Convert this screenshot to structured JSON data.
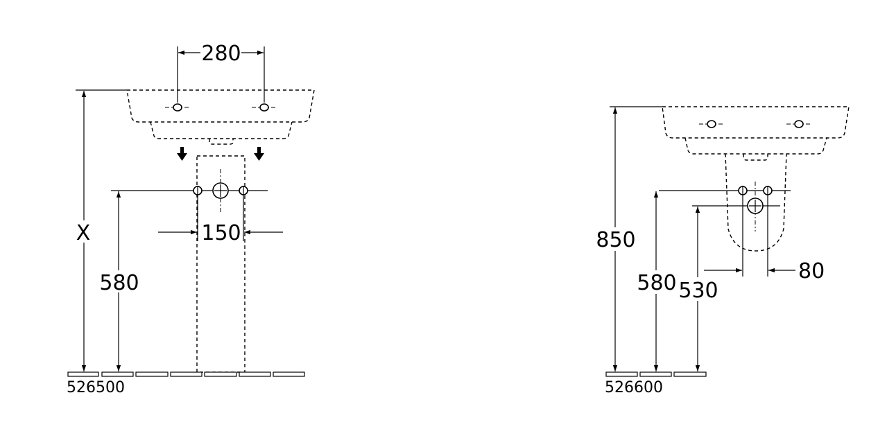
{
  "left_view": {
    "model_number": "526500",
    "dim_tap_spacing": "280",
    "dim_connection_spacing": "150",
    "dim_total_height": "X",
    "dim_connection_height": "580"
  },
  "right_view": {
    "model_number": "526600",
    "dim_total_height": "850",
    "dim_connection_height": "580",
    "dim_waste_height": "530",
    "dim_connection_spacing": "80"
  }
}
